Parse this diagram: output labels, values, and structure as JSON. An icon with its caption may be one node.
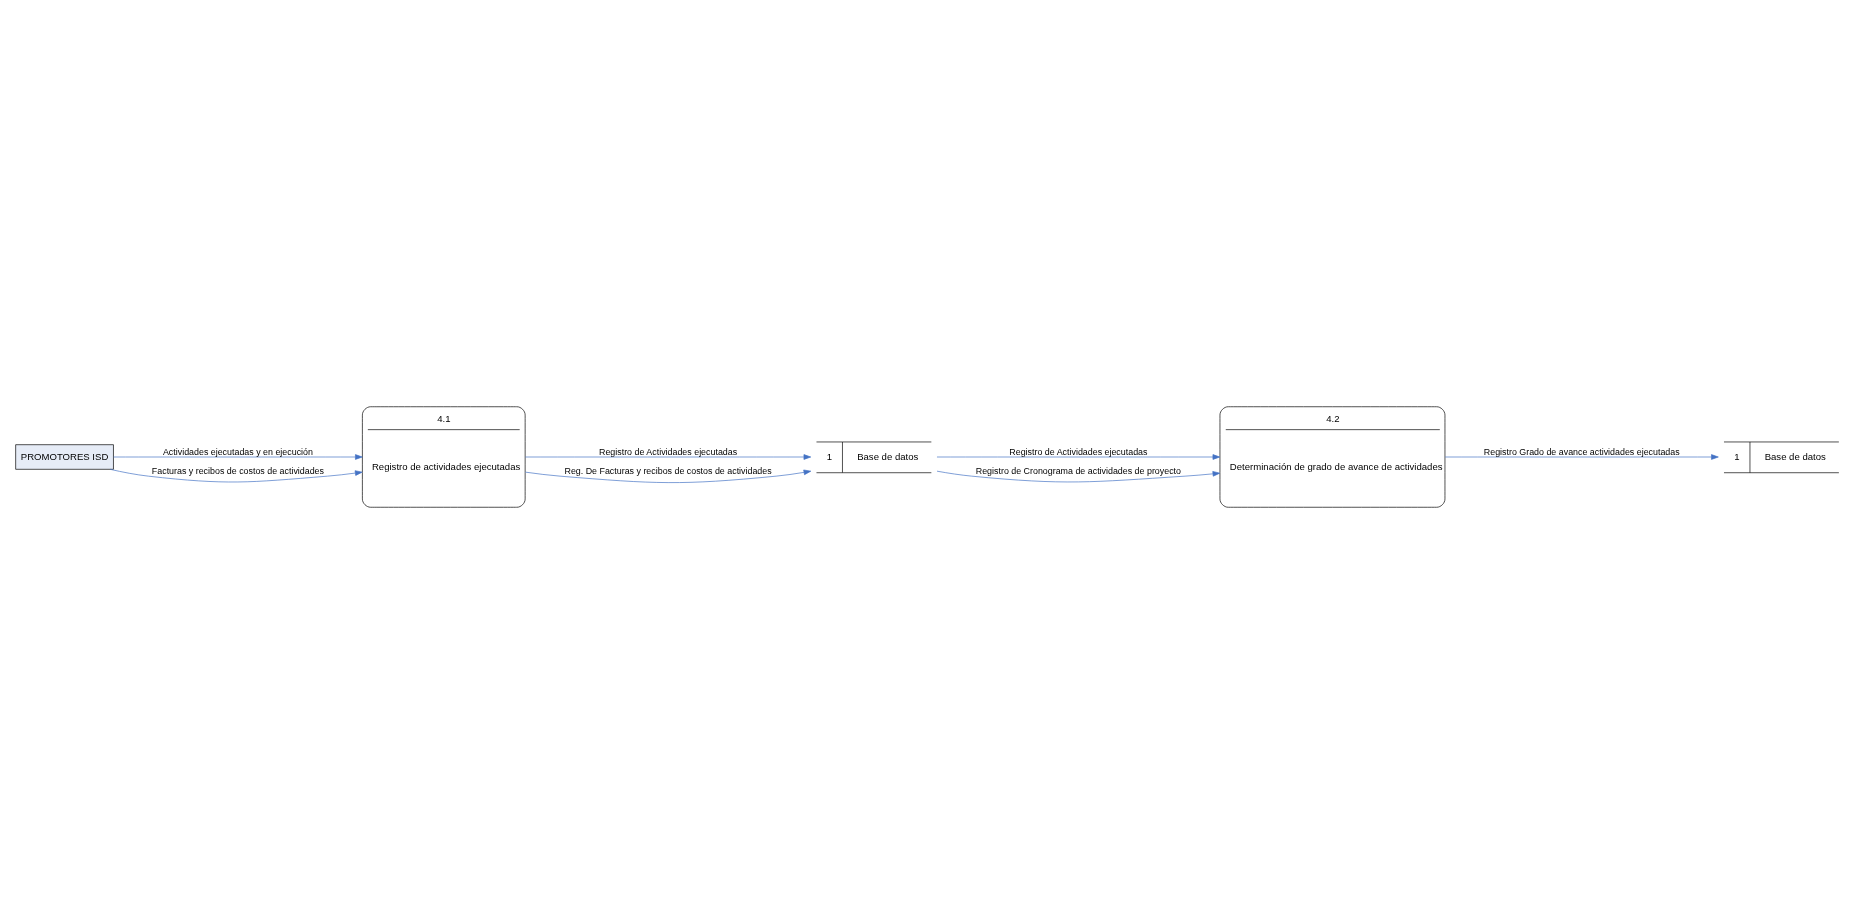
{
  "diagram": {
    "nodes": [
      {
        "text": [
          "PROMOTORES ISD"
        ]
      },
      {
        "text": [
          "4.1",
          "Registro de actividades ejecutadas"
        ]
      },
      {
        "text": [
          "1",
          "Base de datos"
        ]
      },
      {
        "text": [
          "4.2",
          "Determinación de grado de avance de actividades"
        ]
      },
      {
        "text": [
          "1",
          "Base de datos"
        ]
      }
    ],
    "edges": [
      {
        "from": 0,
        "to": 1,
        "arrow": "to",
        "label": "Actividades ejecutadas y en ejecución"
      },
      {
        "from": 0,
        "to": 1,
        "arrow": "to",
        "label": "Facturas y recibos de costos de actividades"
      },
      {
        "from": 1,
        "to": 2,
        "arrow": "to",
        "label": "Registro de Actividades ejecutadas"
      },
      {
        "from": 1,
        "to": 2,
        "arrow": "to",
        "label": "Reg. De Facturas y recibos de costos de actividades"
      },
      {
        "from": 2,
        "to": 3,
        "arrow": "to",
        "label": "Registro de Actividades ejecutadas"
      },
      {
        "from": 2,
        "to": 3,
        "arrow": "to",
        "label": "Registro de Cronograma de actividades de proyecto"
      },
      {
        "from": 3,
        "to": 4,
        "arrow": "to",
        "label": "Registro Grado de avance actividades ejecutadas"
      }
    ]
  }
}
